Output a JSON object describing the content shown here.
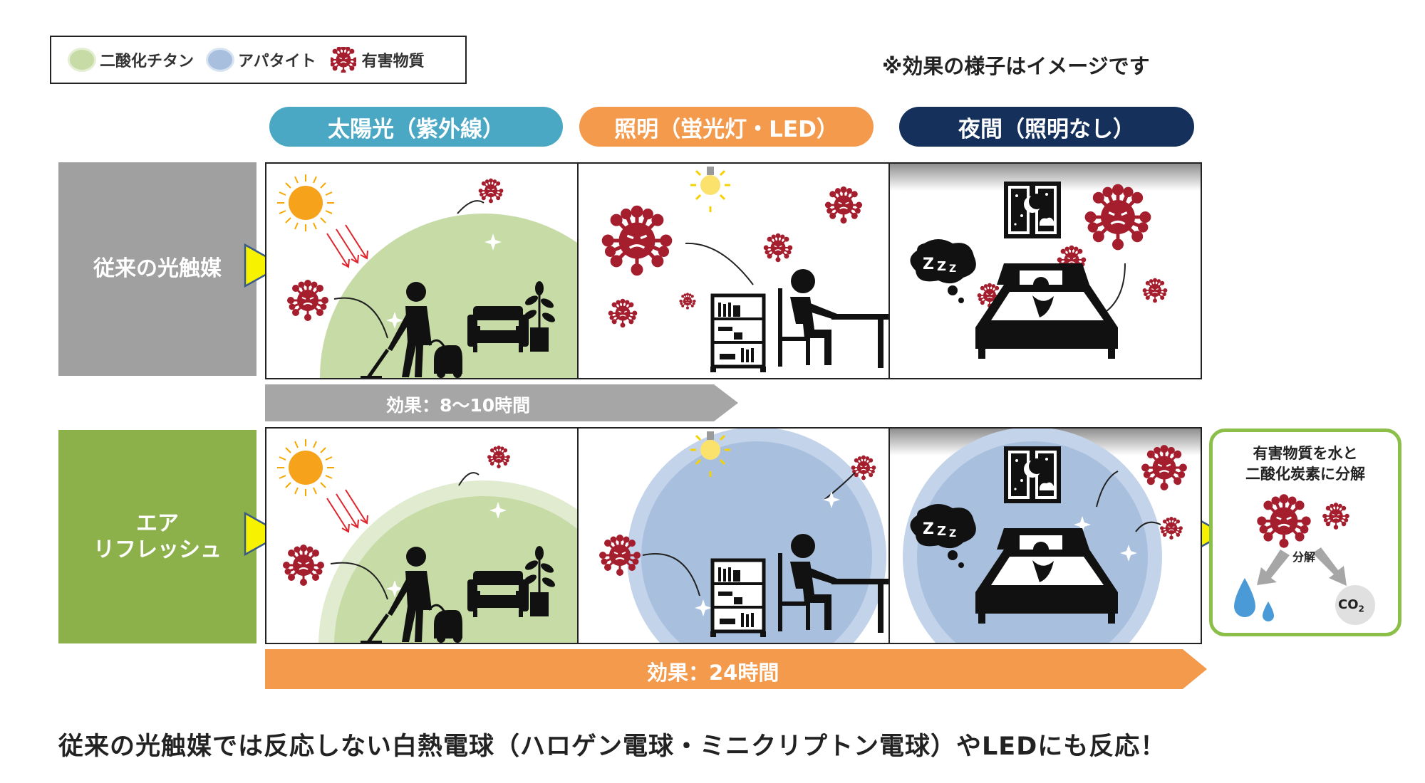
{
  "legend": {
    "titanium": "二酸化チタン",
    "apatite": "アパタイト",
    "harmful": "有害物質"
  },
  "note": "※効果の様子はイメージです",
  "columns": [
    {
      "label": "太陽光（紫外線）",
      "color": "#4aa8c4"
    },
    {
      "label": "照明（蛍光灯・LED）",
      "color": "#f39a4c"
    },
    {
      "label": "夜間（照明なし）",
      "color": "#15305a"
    }
  ],
  "rows": [
    {
      "label": "従来の光触媒",
      "color": "#a0a0a0"
    },
    {
      "label_line1": "エア",
      "label_line2": "リフレッシュ",
      "color": "#8cb14b"
    }
  ],
  "durations": {
    "conventional": "効果：8～10時間",
    "air_refresh": "効果：24時間"
  },
  "result": {
    "line1": "有害物質を水と",
    "line2": "二酸化炭素に分解",
    "decompose": "分解",
    "co2": "CO",
    "co2_sub": "2"
  },
  "footer": "従来の光触媒では反応しない白熱電球（ハロゲン電球・ミニクリプトン電球）やLEDにも反応！",
  "colors": {
    "titanium_green": "#c6dba6",
    "apatite_blue": "#a8c0de",
    "virus_red": "#a51e2e",
    "arrow_yellow": "#f6f200",
    "gray_bar": "#a6a6a6",
    "orange_bar": "#f39a4c"
  }
}
